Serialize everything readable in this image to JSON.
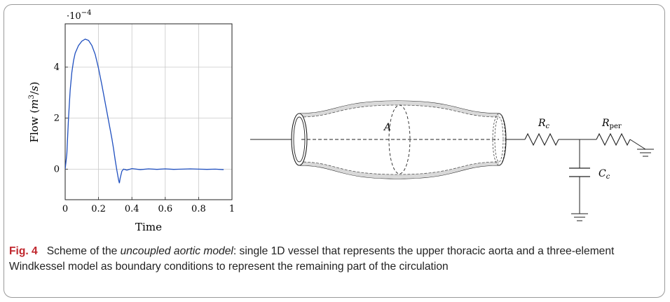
{
  "figure": {
    "label": "Fig. 4",
    "caption_before": "Scheme of the ",
    "caption_italic": "uncoupled aortic model",
    "caption_after": ": single 1D vessel that represents the upper thoracic aorta and a three-element Windkessel model as boundary conditions to represent the remaining part of the circulation"
  },
  "diagram": {
    "area_label": "A",
    "resistor1_label": "R_c",
    "resistor2_label": "R_per",
    "capacitor_label": "C_c"
  },
  "chart_data": {
    "type": "line",
    "xlabel": "Time",
    "ylabel": "Flow (m^3/s)",
    "y_multiplier": "·10^-4",
    "xlim": [
      0,
      1
    ],
    "ylim": [
      -1.2,
      5.7
    ],
    "x_ticks": [
      0,
      0.2,
      0.4,
      0.6,
      0.8,
      1
    ],
    "y_ticks": [
      0,
      2,
      4
    ],
    "grid": true,
    "series": [
      {
        "color": "#1f4fbf",
        "x": [
          0,
          0.01,
          0.02,
          0.03,
          0.04,
          0.05,
          0.06,
          0.08,
          0.1,
          0.12,
          0.14,
          0.16,
          0.18,
          0.2,
          0.22,
          0.24,
          0.26,
          0.28,
          0.29,
          0.3,
          0.31,
          0.32,
          0.325,
          0.33,
          0.34,
          0.35,
          0.37,
          0.4,
          0.45,
          0.5,
          0.55,
          0.6,
          0.65,
          0.7,
          0.75,
          0.8,
          0.85,
          0.9,
          0.95
        ],
        "y": [
          0,
          0.6,
          2.0,
          3.1,
          3.8,
          4.25,
          4.55,
          4.85,
          5.02,
          5.1,
          5.05,
          4.85,
          4.5,
          3.95,
          3.3,
          2.6,
          1.9,
          1.2,
          0.8,
          0.35,
          -0.05,
          -0.42,
          -0.55,
          -0.35,
          -0.08,
          0.0,
          -0.04,
          0.02,
          -0.02,
          0.01,
          -0.01,
          0.01,
          -0.01,
          0.0,
          0.01,
          0.0,
          -0.01,
          0.0,
          -0.02
        ]
      }
    ]
  }
}
